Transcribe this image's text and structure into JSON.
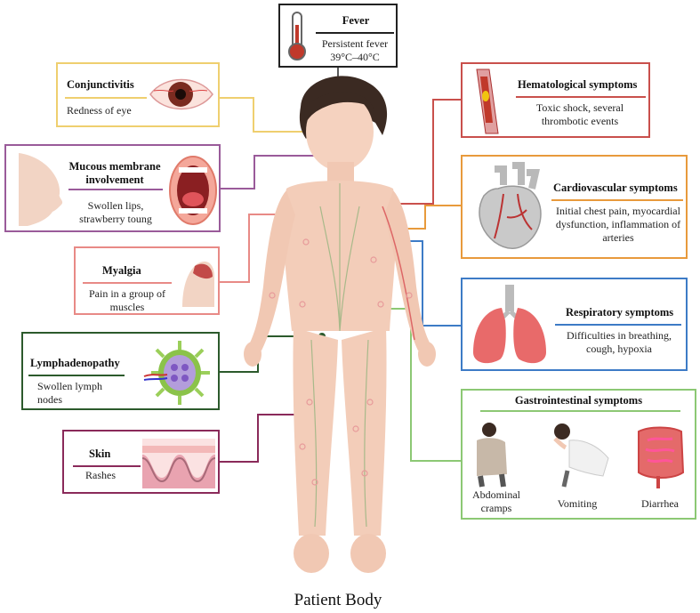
{
  "fever": {
    "title": "Fever",
    "desc": "Persistent fever 39°C–40°C",
    "color": "#222222"
  },
  "conjunctivitis": {
    "title": "Conjunctivitis",
    "desc": "Redness of eye",
    "color": "#efcf6f"
  },
  "mucous": {
    "title": "Mucous membrane involvement",
    "desc": "Swollen lips, strawberry toung",
    "color": "#9a5b9a"
  },
  "myalgia": {
    "title": "Myalgia",
    "desc": "Pain in a group of muscles",
    "color": "#e88a86"
  },
  "lymph": {
    "title": "Lymphadenopathy",
    "desc": "Swollen lymph nodes",
    "color": "#2c5a2c"
  },
  "skin": {
    "title": "Skin",
    "desc": "Rashes",
    "color": "#8a2a5a"
  },
  "hemato": {
    "title": "Hematological symptoms",
    "desc": "Toxic shock, several thrombotic events",
    "color": "#c9504c"
  },
  "cardio": {
    "title": "Cardiovascular symptoms",
    "desc": "Initial chest pain, myocardial dysfunction, inflammation of arteries",
    "color": "#e89a3c"
  },
  "resp": {
    "title": "Respiratory symptoms",
    "desc": "Difficulties in breathing, cough, hypoxia",
    "color": "#3d7bc6"
  },
  "gastro": {
    "title": "Gastrointestinal symptoms",
    "color": "#8cc874",
    "items": [
      "Abdominal cramps",
      "Vomiting",
      "Diarrhea"
    ]
  },
  "footer": "Patient Body"
}
